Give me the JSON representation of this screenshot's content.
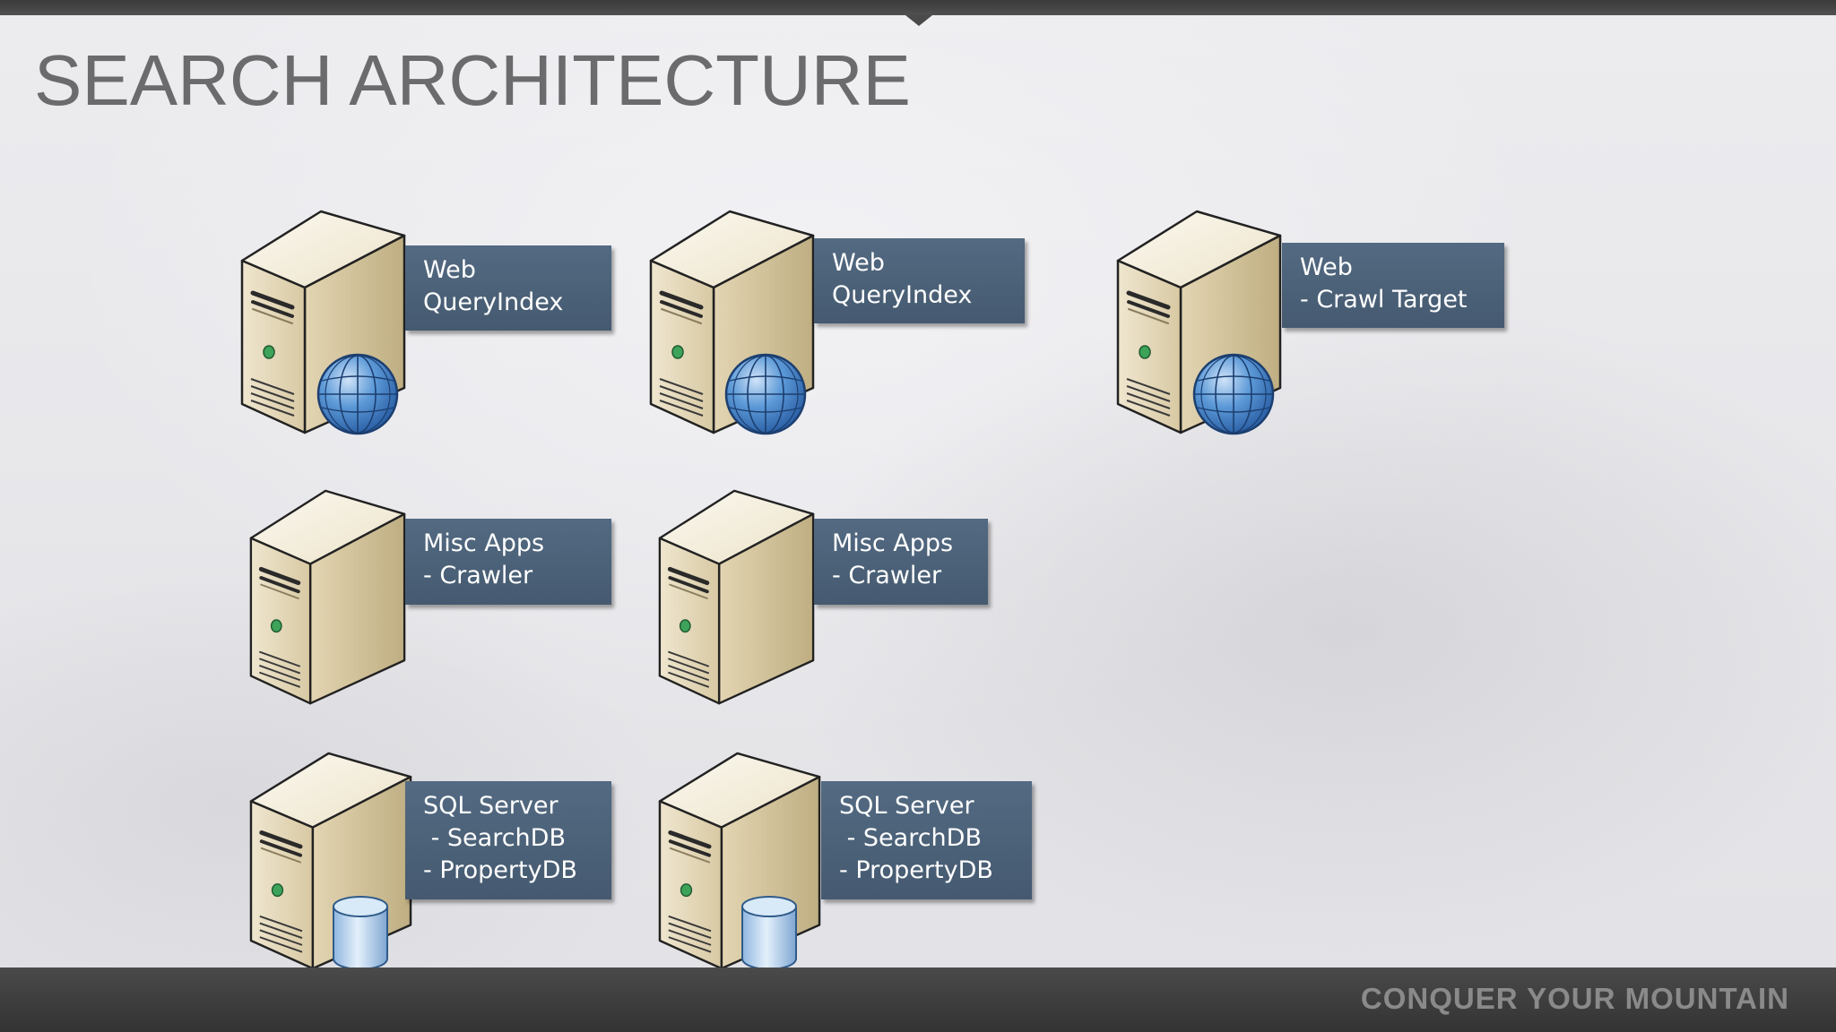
{
  "slide": {
    "title": "SEARCH ARCHITECTURE",
    "tagline": "CONQUER YOUR MOUNTAIN"
  },
  "servers": [
    {
      "role": "web",
      "overlay_icon": "globe-icon",
      "label_lines": [
        "Web",
        "QueryIndex"
      ]
    },
    {
      "role": "web",
      "overlay_icon": "globe-icon",
      "label_lines": [
        "Web",
        "QueryIndex"
      ]
    },
    {
      "role": "web",
      "overlay_icon": "globe-icon",
      "label_lines": [
        "Web",
        "- Crawl Target"
      ]
    },
    {
      "role": "app",
      "overlay_icon": "none",
      "label_lines": [
        "Misc Apps",
        "- Crawler"
      ]
    },
    {
      "role": "app",
      "overlay_icon": "none",
      "label_lines": [
        "Misc Apps",
        "- Crawler"
      ]
    },
    {
      "role": "sql",
      "overlay_icon": "database-icon",
      "label_lines": [
        "SQL Server",
        " - SearchDB",
        "- PropertyDB"
      ]
    },
    {
      "role": "sql",
      "overlay_icon": "database-icon",
      "label_lines": [
        "SQL Server",
        " - SearchDB",
        "- PropertyDB"
      ]
    }
  ],
  "colors": {
    "label_background": "#4c6279",
    "label_text": "#ffffff",
    "server_body": "#e8dcc0",
    "globe": "#3f7ecb",
    "database": "#bcd6ee",
    "title_text": "#6b6b6d"
  }
}
